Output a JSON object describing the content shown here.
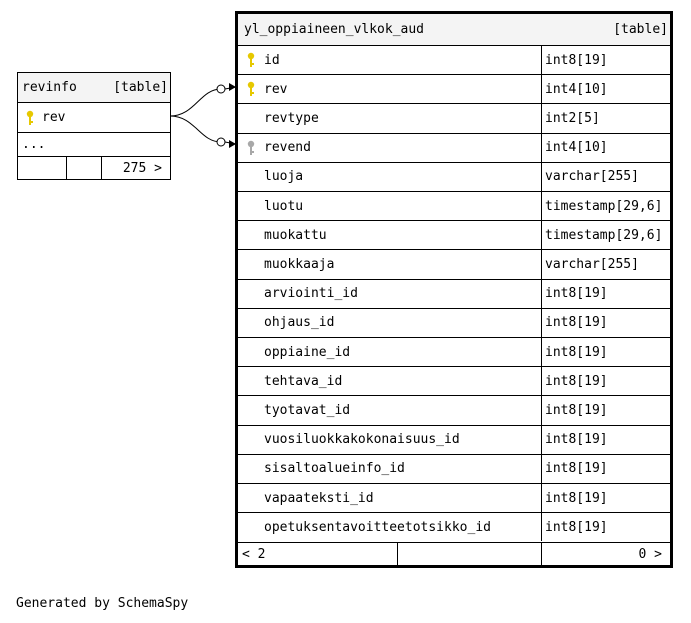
{
  "main_table": {
    "name": "yl_oppiaineen_vlkok_aud",
    "badge": "[table]",
    "columns": [
      {
        "name": "id",
        "type": "int8[19]",
        "key": "primary"
      },
      {
        "name": "rev",
        "type": "int4[10]",
        "key": "primary"
      },
      {
        "name": "revtype",
        "type": "int2[5]",
        "key": "none"
      },
      {
        "name": "revend",
        "type": "int4[10]",
        "key": "foreign"
      },
      {
        "name": "luoja",
        "type": "varchar[255]",
        "key": "none"
      },
      {
        "name": "luotu",
        "type": "timestamp[29,6]",
        "key": "none"
      },
      {
        "name": "muokattu",
        "type": "timestamp[29,6]",
        "key": "none"
      },
      {
        "name": "muokkaaja",
        "type": "varchar[255]",
        "key": "none"
      },
      {
        "name": "arviointi_id",
        "type": "int8[19]",
        "key": "none"
      },
      {
        "name": "ohjaus_id",
        "type": "int8[19]",
        "key": "none"
      },
      {
        "name": "oppiaine_id",
        "type": "int8[19]",
        "key": "none"
      },
      {
        "name": "tehtava_id",
        "type": "int8[19]",
        "key": "none"
      },
      {
        "name": "tyotavat_id",
        "type": "int8[19]",
        "key": "none"
      },
      {
        "name": "vuosiluokkakokonaisuus_id",
        "type": "int8[19]",
        "key": "none"
      },
      {
        "name": "sisaltoalueinfo_id",
        "type": "int8[19]",
        "key": "none"
      },
      {
        "name": "vapaateksti_id",
        "type": "int8[19]",
        "key": "none"
      },
      {
        "name": "opetuksentavoitteetotsikko_id",
        "type": "int8[19]",
        "key": "none"
      }
    ],
    "footer_left": "< 2",
    "footer_right": "0 >"
  },
  "ref_table": {
    "name": "revinfo",
    "badge": "[table]",
    "columns": [
      {
        "name": "rev",
        "key": "primary"
      }
    ],
    "ellipsis": "...",
    "footer_right": "275 >"
  },
  "colors": {
    "primary_key": "#e6c800",
    "foreign_key": "#a8a8a8",
    "header_bg": "#f4f4f4"
  },
  "footer": "Generated by SchemaSpy"
}
